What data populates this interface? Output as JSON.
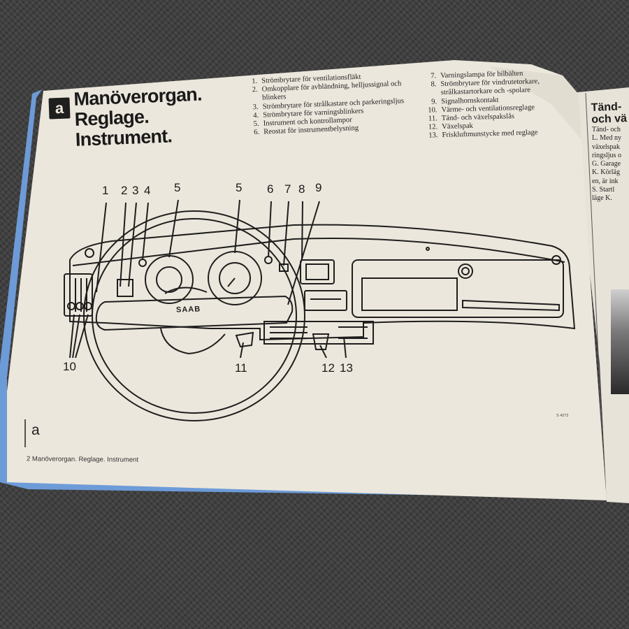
{
  "left_page": {
    "tab_letter": "a",
    "title_lines": [
      "Manöverorgan.",
      "Reglage.",
      "Instrument."
    ],
    "legend_col1": [
      {
        "n": "1.",
        "t": "Strömbrytare för ventilationsfläkt"
      },
      {
        "n": "2.",
        "t": "Omkopplare för avbländning, helljussignal och blinkers"
      },
      {
        "n": "3.",
        "t": "Strömbrytare för strålkastare och parkeringsljus"
      },
      {
        "n": "4.",
        "t": "Strömbrytare för varningsblinkers"
      },
      {
        "n": "5.",
        "t": "Instrument och kontrollampor"
      },
      {
        "n": "6.",
        "t": "Reostat för instrumentbelysning"
      }
    ],
    "legend_col2": [
      {
        "n": "7.",
        "t": "Varningslampa för bilbälten"
      },
      {
        "n": "8.",
        "t": "Strömbrytare för vindrutetorkare, strålkastartorkare och -spolare"
      },
      {
        "n": "9.",
        "t": "Signalhornskontakt"
      },
      {
        "n": "10.",
        "t": "Värme- och ventilationsreglage"
      },
      {
        "n": "11.",
        "t": "Tänd- och växelspakslås"
      },
      {
        "n": "12.",
        "t": "Växelspak"
      },
      {
        "n": "13.",
        "t": "Friskluftmunstycke med reglage"
      }
    ],
    "callouts": [
      "1",
      "2",
      "3",
      "4",
      "5",
      "5",
      "6",
      "7",
      "8",
      "9",
      "10",
      "11",
      "12",
      "13"
    ],
    "steering_badge": "SAAB",
    "page_letter": "a",
    "figure_ref": "S 4272",
    "footer": "2 Manöverorgan. Reglage. Instrument"
  },
  "right_page": {
    "title_lines": [
      "Tänd-",
      "och vä"
    ],
    "text_lines": [
      "Tänd- och",
      "L. Med ny",
      "växelspak",
      "ringsljus o",
      "G. Garage",
      "K. Körläg",
      "en, är ink",
      "S. Startl",
      "läge K."
    ]
  },
  "colors": {
    "paper": "#ece7dc",
    "ink": "#1e1e1e",
    "cover_blue": "#6d9bd8",
    "fabric": "#404040"
  }
}
